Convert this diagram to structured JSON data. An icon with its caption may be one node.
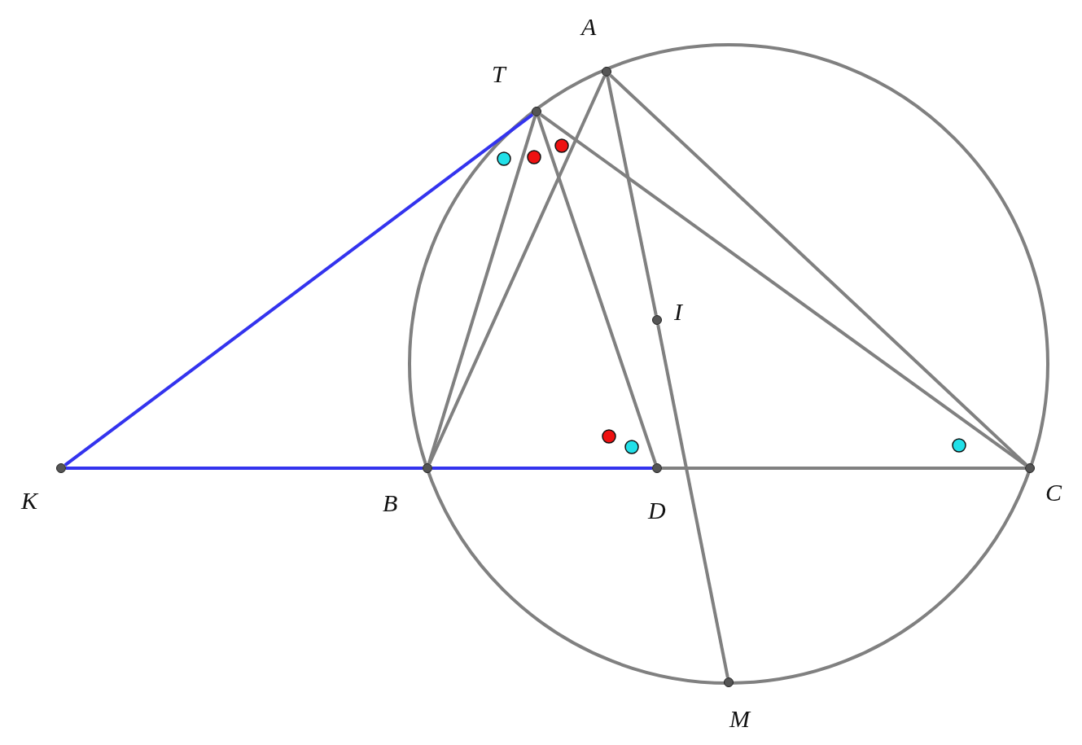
{
  "diagram": {
    "nodes": [
      {
        "text": [],
        "shape": "circle",
        "beside": [
          "A"
        ]
      },
      {
        "text": [],
        "shape": "circle",
        "beside": [
          "T"
        ]
      },
      {
        "text": [],
        "shape": "circle",
        "beside": [
          "I"
        ]
      },
      {
        "text": [],
        "shape": "circle",
        "beside": [
          "K"
        ]
      },
      {
        "text": [],
        "shape": "circle",
        "beside": [
          "B"
        ]
      },
      {
        "text": [],
        "shape": "circle",
        "beside": [
          "D"
        ]
      },
      {
        "text": [],
        "shape": "circle",
        "beside": [
          "C"
        ]
      },
      {
        "text": [],
        "shape": "circle",
        "beside": [
          "M"
        ]
      }
    ],
    "edges": [
      {
        "from": 3,
        "to": 1,
        "arrow": "none",
        "color": "#3333ee"
      },
      {
        "from": 3,
        "to": 4,
        "arrow": "none",
        "color": "#3333ee"
      },
      {
        "from": 4,
        "to": 5,
        "arrow": "none",
        "color": "#3333ee"
      },
      {
        "from": 5,
        "to": 6,
        "arrow": "none"
      },
      {
        "from": 1,
        "to": 4,
        "arrow": "none"
      },
      {
        "from": 1,
        "to": 5,
        "arrow": "none"
      },
      {
        "from": 1,
        "to": 6,
        "arrow": "none"
      },
      {
        "from": 0,
        "to": 4,
        "arrow": "none"
      },
      {
        "from": 0,
        "to": 6,
        "arrow": "none"
      },
      {
        "from": 0,
        "to": 2,
        "arrow": "none"
      },
      {
        "from": 2,
        "to": 7,
        "arrow": "none"
      }
    ]
  }
}
